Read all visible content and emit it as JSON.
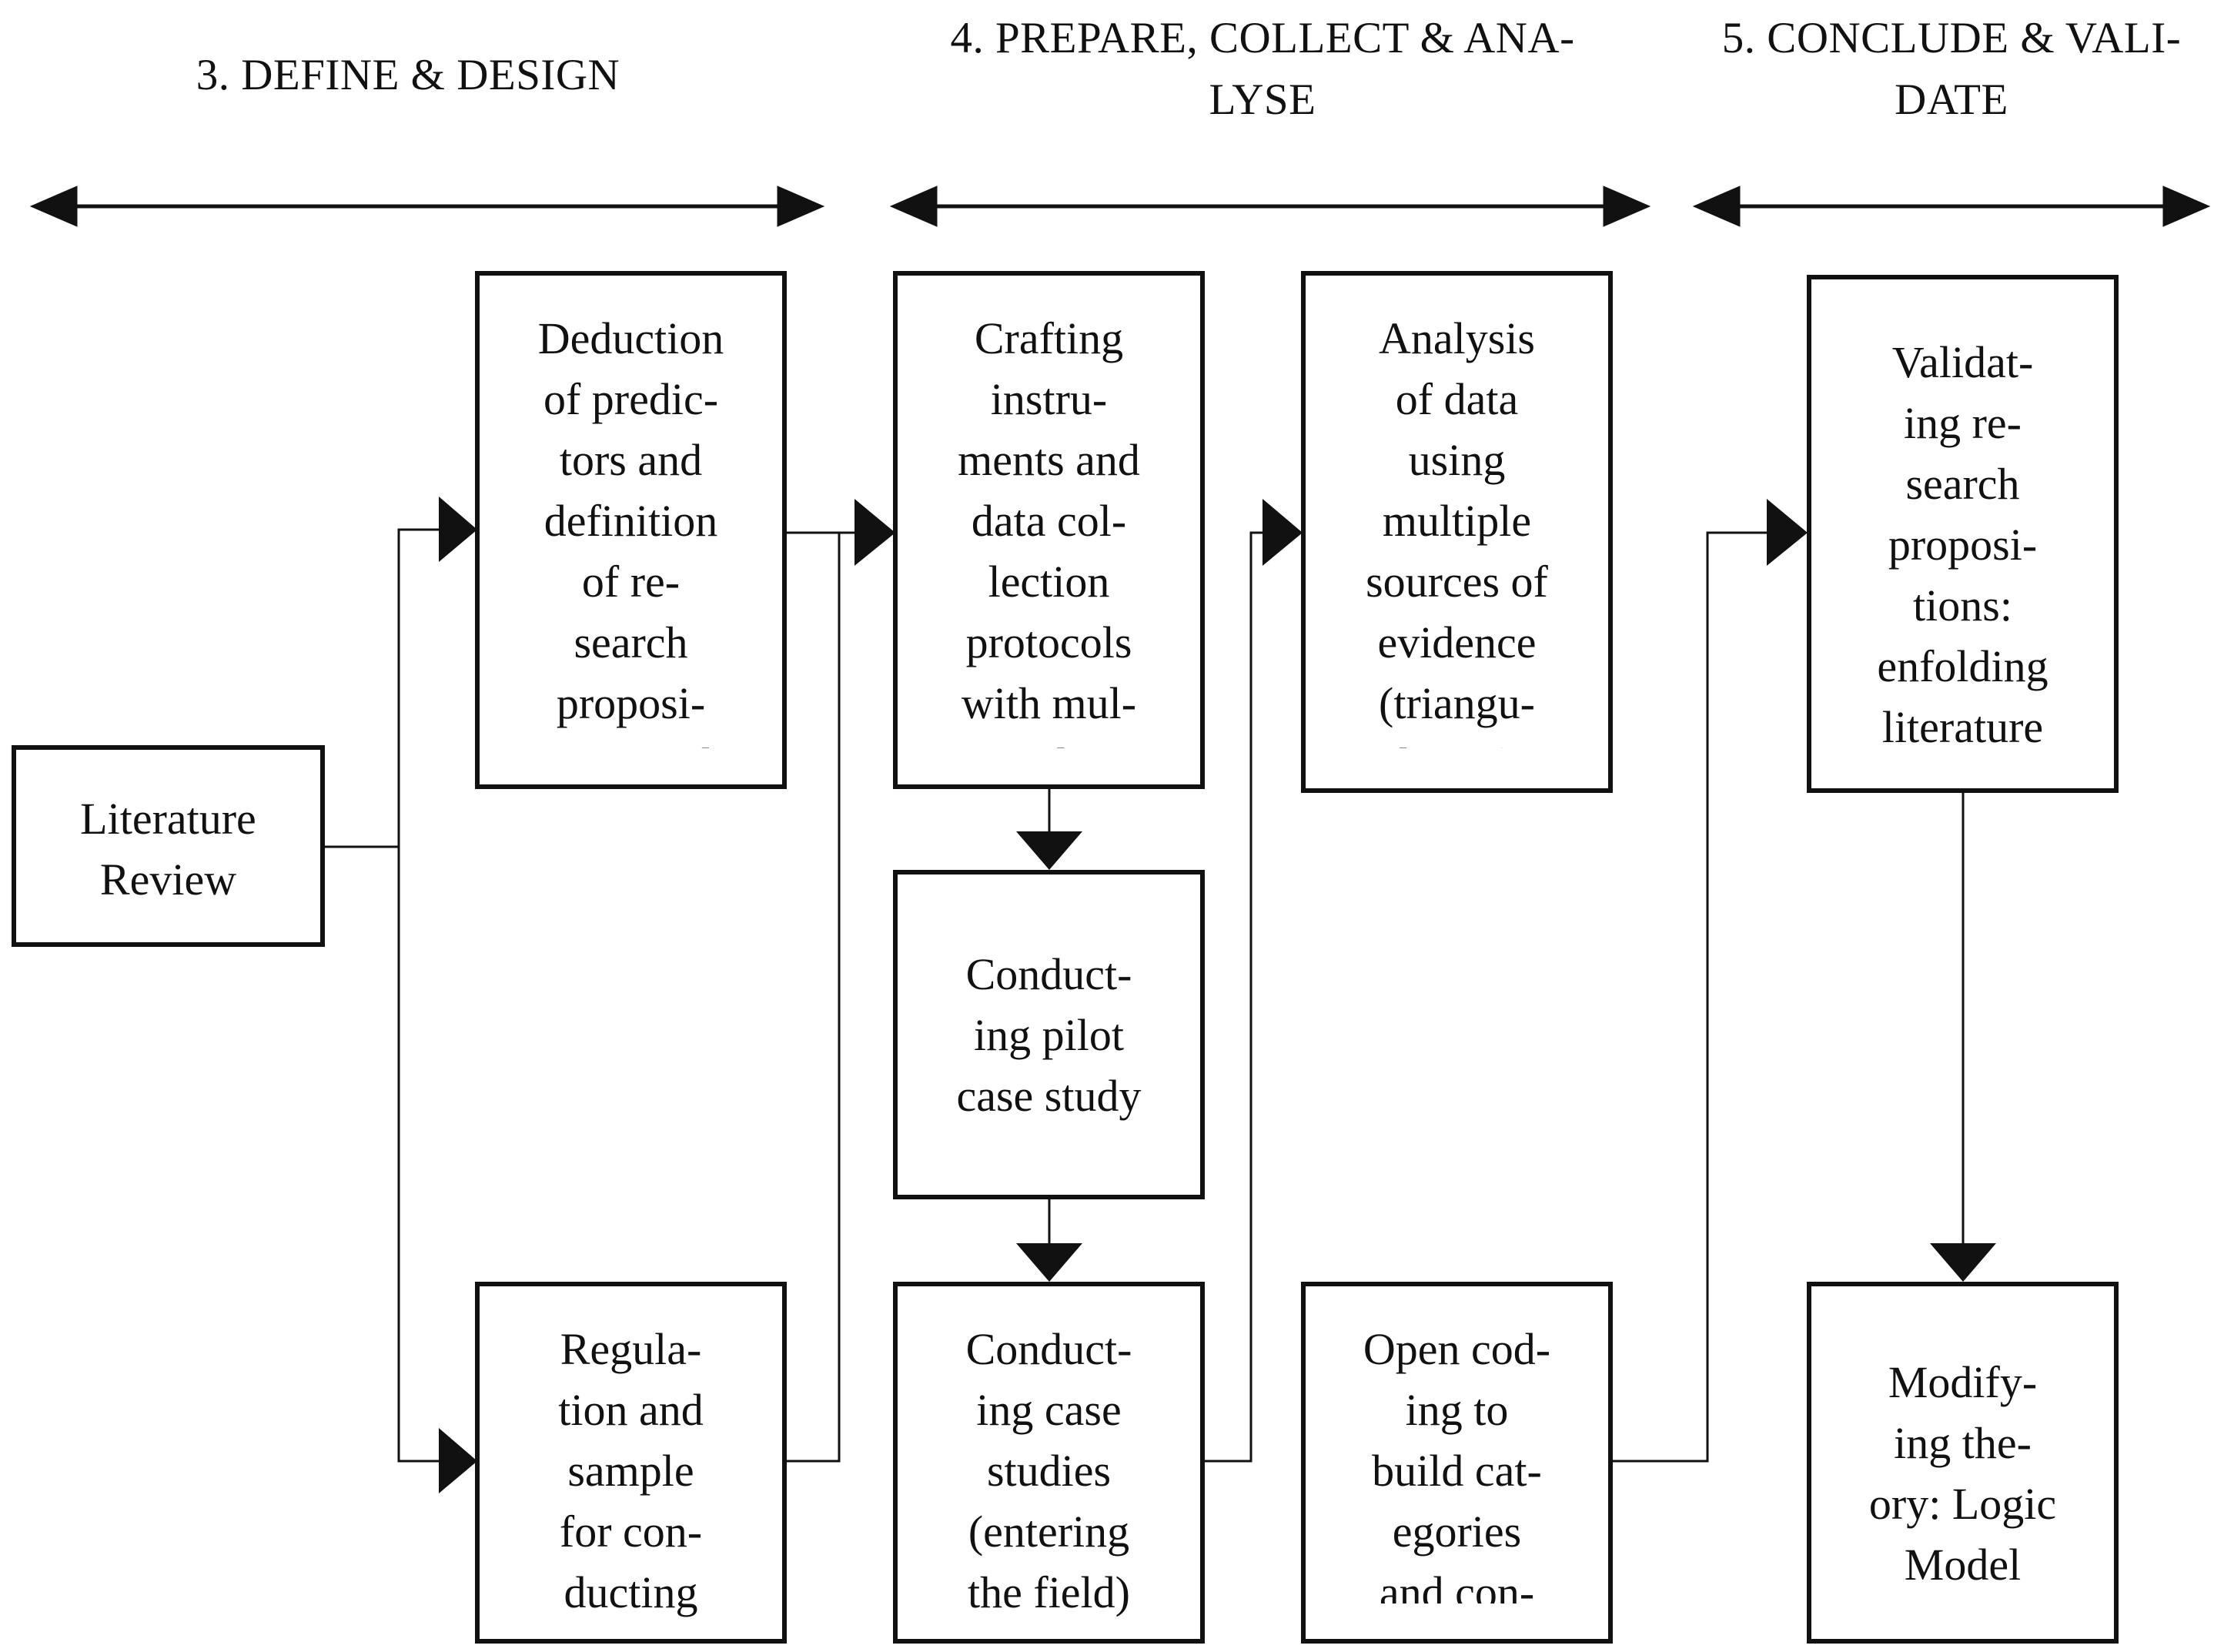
{
  "phases": {
    "define": "3. DEFINE & DESIGN",
    "prepare": "4. PREPARE, COLLECT & ANA-\nLYSE",
    "conclude": "5. CONCLUDE & VALI-\nDATE"
  },
  "boxes": {
    "literature": "Literature\nReview",
    "deduction": "Deduction\nof predic-\ntors and\ndefinition\nof re-\nsearch\nproposi-\ntions and",
    "regulation": "Regula-\ntion and\nsample\nfor con-\nducting",
    "crafting": "Crafting\ninstru-\nments and\ndata col-\nlection\nprotocols\nwith mul-\ntiple",
    "pilot": "Conduct-\ning pilot\ncase study",
    "case_studies": "Conduct-\ning case\nstudies\n(entering\nthe field)",
    "analysis": "Analysis\nof data\nusing\nmultiple\nsources of\nevidence\n(triangu-\nlation)",
    "open_coding": "Open cod-\ning to\nbuild cat-\negories\nand con-",
    "validating": "Validat-\ning re-\nsearch\nproposi-\ntions:\nenfolding\nliterature",
    "modifying": "Modify-\ning the-\nory: Logic\nModel"
  }
}
